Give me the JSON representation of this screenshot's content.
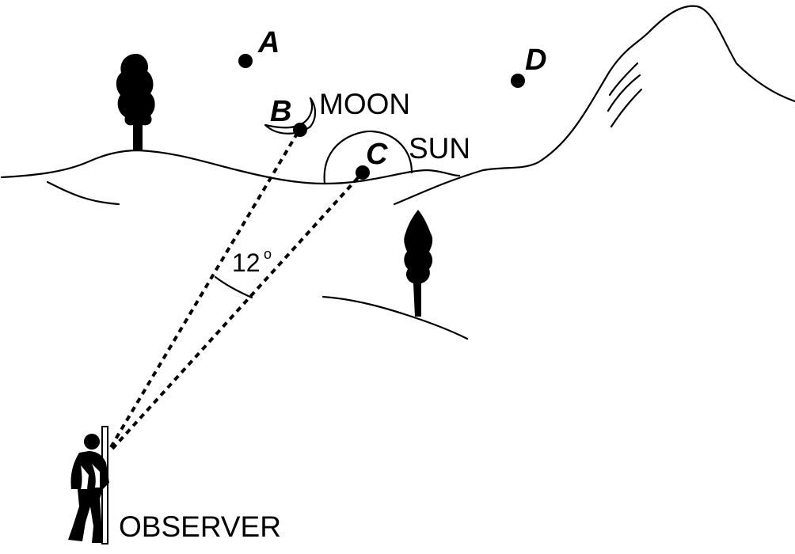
{
  "points": {
    "a": "A",
    "b": "B",
    "c": "C",
    "d": "D"
  },
  "labels": {
    "moon": "MOON",
    "sun": "SUN",
    "observer": "OBSERVER",
    "angle_value": "12",
    "angle_unit": "o"
  }
}
